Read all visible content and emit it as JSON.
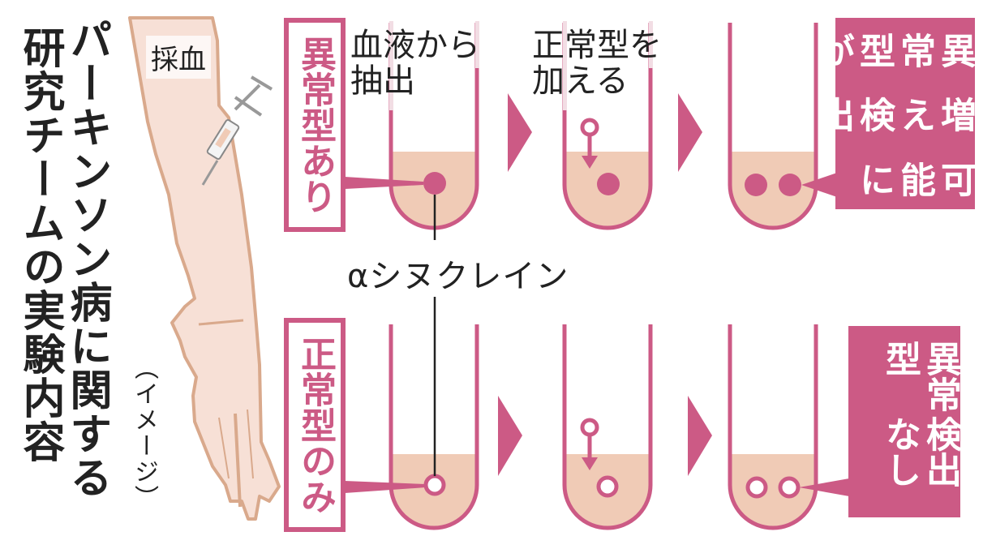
{
  "title": {
    "line1": "パーキンソン病に関する",
    "line2": "研究チームの実験内容",
    "note": "（イメージ）"
  },
  "arm": {
    "label": "採血",
    "icon": "syringe-icon"
  },
  "steps": [
    {
      "label_line1": "血液から",
      "label_line2": "抽出"
    },
    {
      "label_line1": "正常型を",
      "label_line2": "加える"
    }
  ],
  "rows": [
    {
      "condition": "異常型あり",
      "result": "異常型が増え検出可能に",
      "result_columns": [
        "異常型が",
        "増え検出",
        "可能に"
      ],
      "particle_type": "filled"
    },
    {
      "condition": "正常型のみ",
      "result": "異常型検出なし",
      "result_columns": [
        "異常型",
        "検出なし"
      ],
      "particle_type": "hollow"
    }
  ],
  "protein_label": "αシヌクレイン",
  "colors": {
    "accent": "#cc5a85",
    "liquid": "#f0cbb6",
    "skin": "#f7e0d6",
    "skin_outline": "#d9a98c",
    "text": "#222222",
    "tube_top_faded": "#f2dde4"
  }
}
